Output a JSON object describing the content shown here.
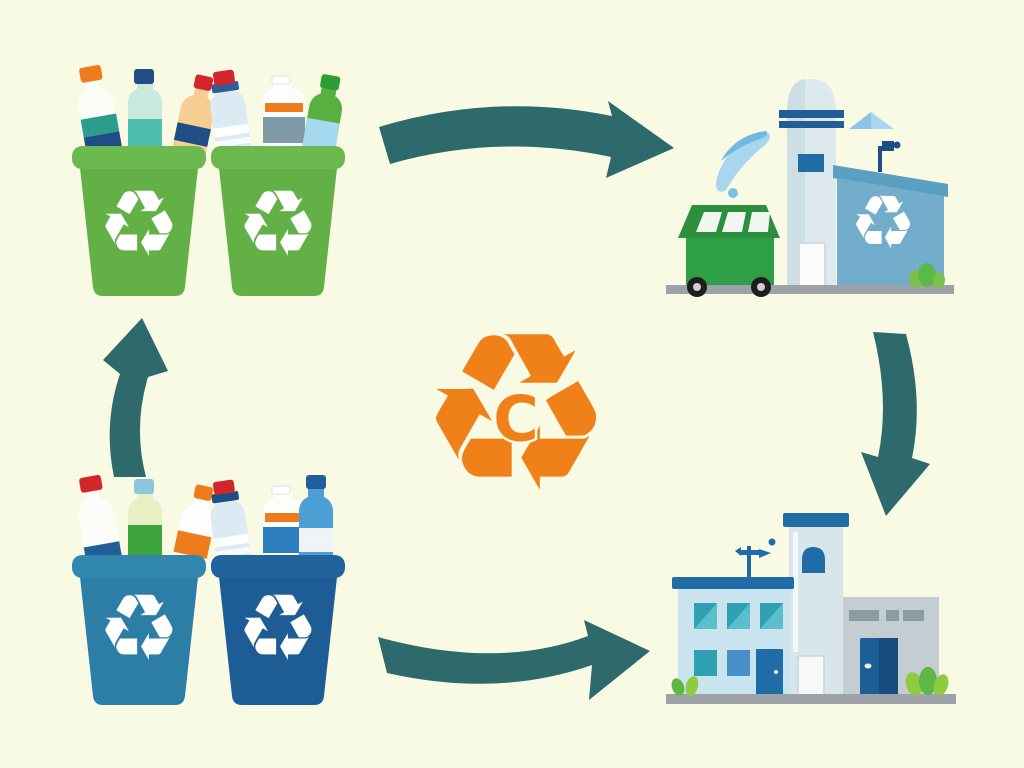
{
  "center": {
    "letter": "C",
    "symbol_icon": "recycle-arrows-icon"
  },
  "glyphs": {
    "recycle": "♻"
  },
  "palette": {
    "background": "#F8FAE3",
    "arrow": "#2E6A6B",
    "orange": "#F08119",
    "bin_green": "#63B047",
    "bin_green_lid": "#6CB94F",
    "bin_teal": "#2C7EA6",
    "bin_teal_lid": "#3187AE",
    "bin_navy": "#1D5C94",
    "bin_navy_lid": "#22639D",
    "facility_blue": "#72AECB",
    "ground": "#9CA2A7",
    "symbol_white": "#FFFFFF"
  },
  "stages": [
    {
      "name": "collection-green-bins",
      "icon": "green-recycle-bins-with-bottles-icon",
      "position": "top-left"
    },
    {
      "name": "recycling-facility",
      "icon": "recycling-facility-icon",
      "position": "top-right"
    },
    {
      "name": "processing-plant",
      "icon": "processing-plant-building-icon",
      "position": "bottom-right"
    },
    {
      "name": "collection-blue-bins",
      "icon": "blue-recycle-bins-with-bottles-icon",
      "position": "bottom-left"
    }
  ],
  "arrows": [
    {
      "name": "flow-arrow-top",
      "direction": "right"
    },
    {
      "name": "flow-arrow-right",
      "direction": "down"
    },
    {
      "name": "flow-arrow-bottom",
      "direction": "right"
    },
    {
      "name": "flow-arrow-left",
      "direction": "up"
    }
  ]
}
